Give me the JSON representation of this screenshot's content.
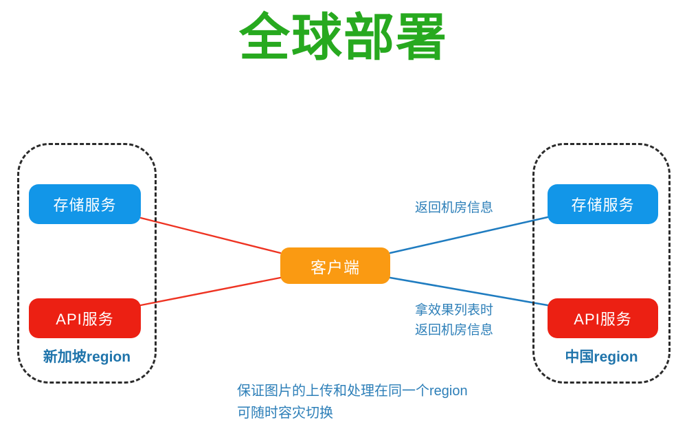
{
  "page": {
    "title": "全球部署",
    "background_color": "#ffffff"
  },
  "colors": {
    "title_green": "#27a91f",
    "storage_blue": "#1296e8",
    "api_red": "#ec2013",
    "client_orange": "#fa9a12",
    "label_blue": "#2d7fb8",
    "region_label_blue": "#1f74ab",
    "region_border": "#2b2b2b",
    "edge_red": "#ee3322",
    "edge_blue": "#1f7cc0"
  },
  "regions": {
    "left": {
      "label": "新加坡region",
      "nodes": {
        "storage": "存储服务",
        "api": "API服务"
      }
    },
    "right": {
      "label": "中国region",
      "nodes": {
        "storage": "存储服务",
        "api": "API服务"
      }
    }
  },
  "client": {
    "label": "客户端"
  },
  "edge_labels": {
    "top_right": "返回机房信息",
    "bottom_right_line1": "拿效果列表时",
    "bottom_right_line2": "返回机房信息"
  },
  "caption": {
    "line1": "保证图片的上传和处理在同一个region",
    "line2": "可随时容灾切换"
  }
}
